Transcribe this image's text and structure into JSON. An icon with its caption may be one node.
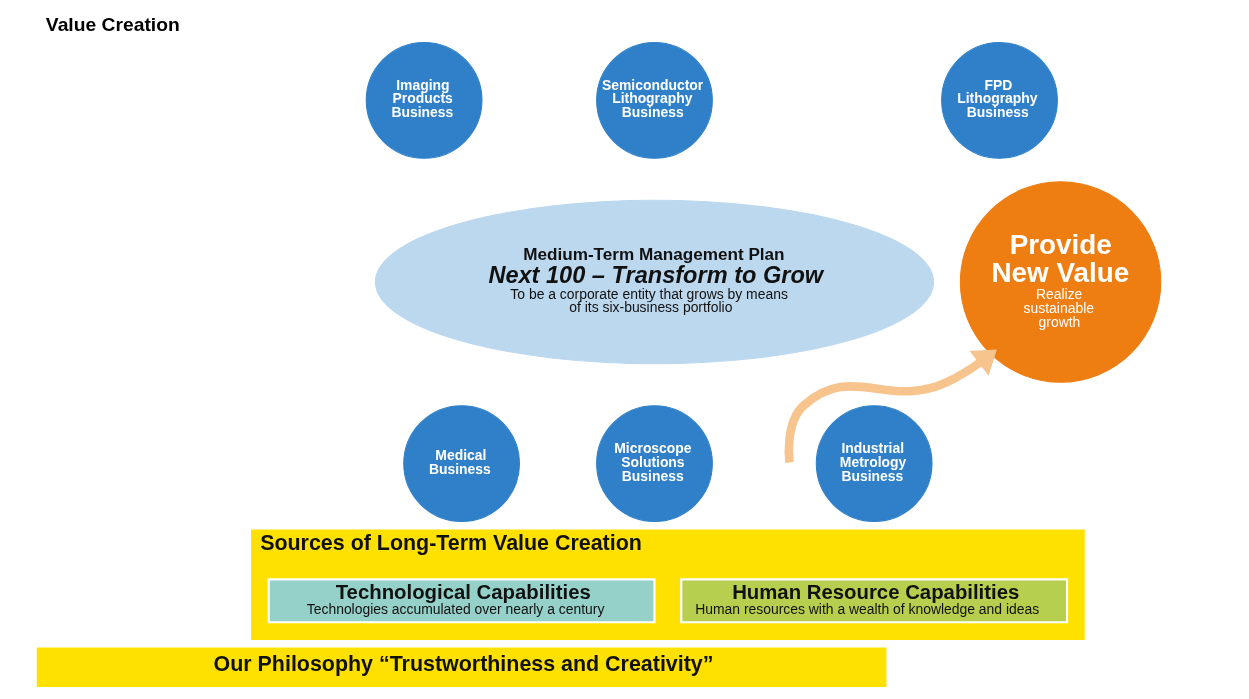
{
  "diagram": {
    "title": "Value Creation",
    "nodes": [
      {
        "text": [
          "Medium-Term Management Plan",
          "Next 100 – Transform to Grow",
          "To be a corporate entity that grows by means of its six-business portfolio"
        ]
      },
      {
        "text": [
          "Imaging Products Business"
        ]
      },
      {
        "text": [
          "Semiconductor Lithography Business"
        ]
      },
      {
        "text": [
          "FPD Lithography Business"
        ]
      },
      {
        "text": [
          "Medical Business"
        ]
      },
      {
        "text": [
          "Microscope Solutions Business"
        ]
      },
      {
        "text": [
          "Industrial Metrology Business"
        ]
      },
      {
        "text": [
          "Provide New Value",
          "Realize sustainable growth"
        ]
      },
      {
        "text": [
          "Sources of Long-Term Value Creation"
        ]
      },
      {
        "text": [
          "Technological Capabilities",
          "Technologies accumulated over nearly a century"
        ],
        "in": 8
      },
      {
        "text": [
          "Human Resource Capabilities",
          "Human resources with a wealth of knowledge and ideas"
        ],
        "in": 8
      },
      {
        "text": [
          "Our Philosophy “Trustworthiness and Creativity”"
        ]
      }
    ],
    "edges": [
      {
        "from": null,
        "to": 7,
        "arrow": "to",
        "color": "#f8c48e"
      }
    ]
  }
}
